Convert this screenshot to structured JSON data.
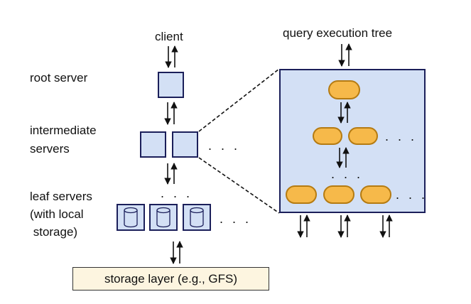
{
  "labels": {
    "client": "client",
    "root_server": "root server",
    "intermediate_line1": "intermediate",
    "intermediate_line2": "servers",
    "leaf_line1": "leaf servers",
    "leaf_line2": "(with local",
    "leaf_line3": " storage)",
    "storage_layer": "storage layer (e.g., GFS)",
    "query_tree": "query execution tree"
  },
  "ellipsis": ". . .",
  "colors": {
    "server_fill": "#d3e0f5",
    "server_border": "#1b1f5a",
    "node_fill": "#f6b94a",
    "node_border": "#b57b12",
    "storage_fill": "#fdf5e0"
  }
}
